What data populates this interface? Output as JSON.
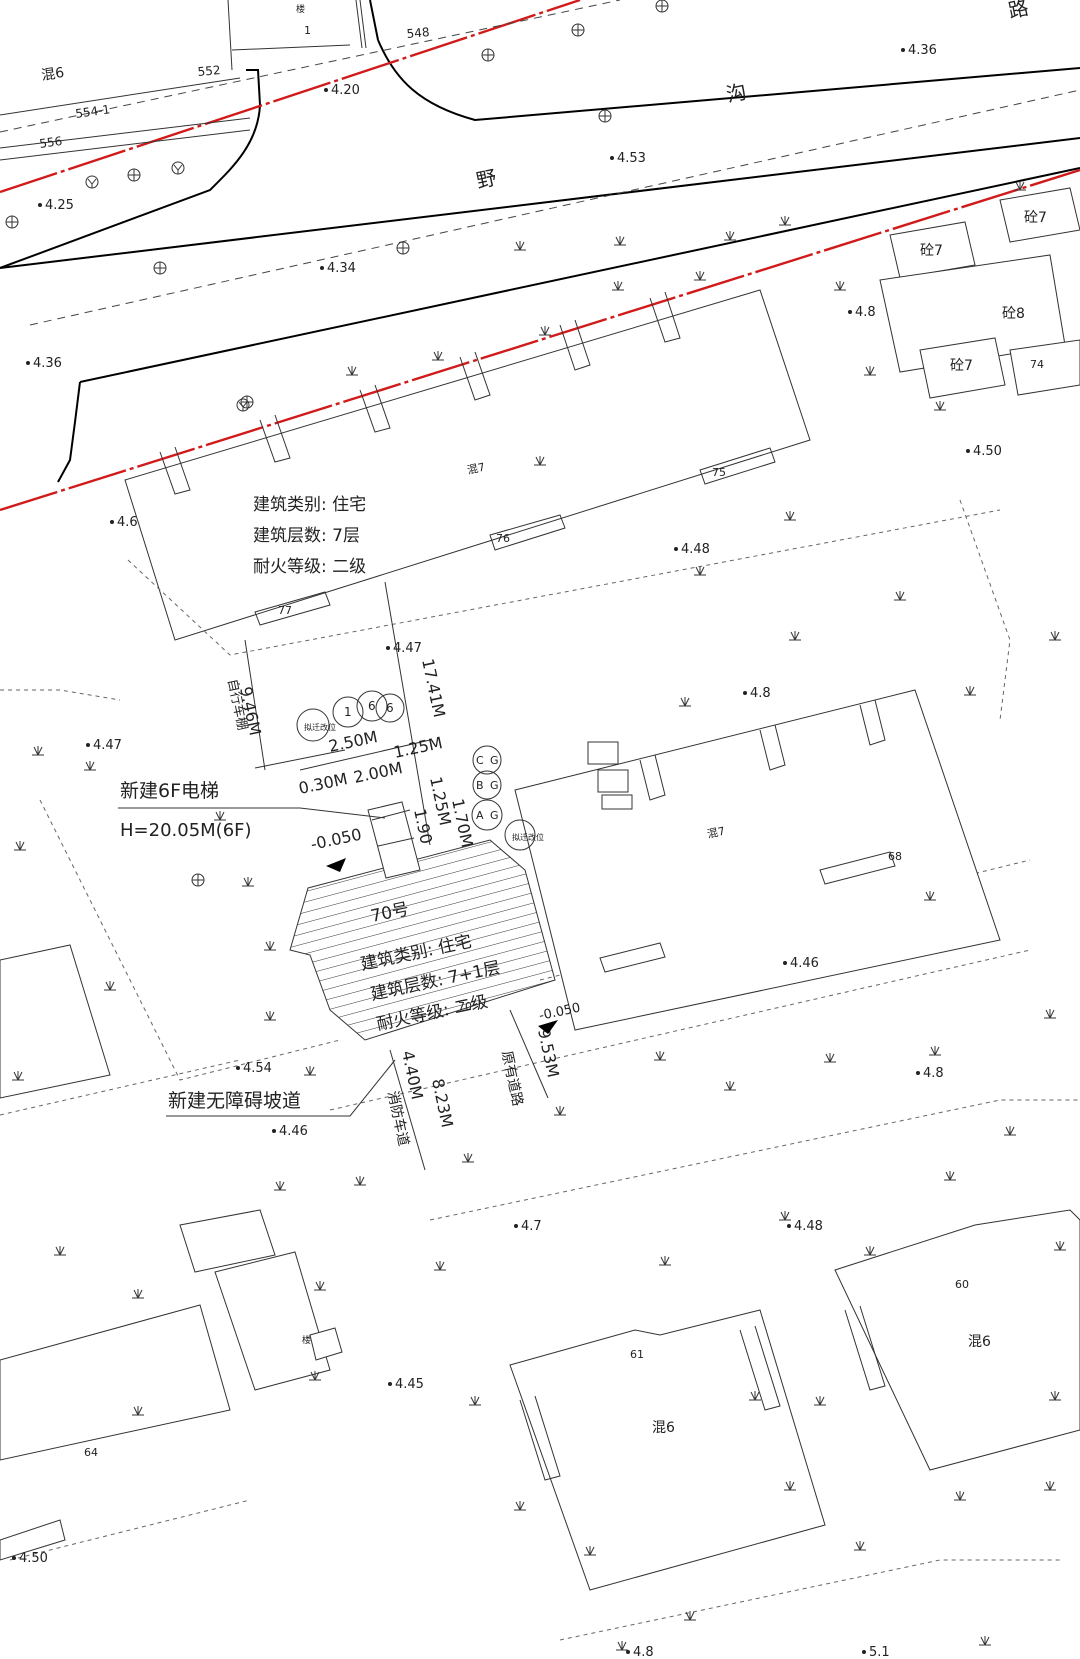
{
  "map": {
    "annotations": {
      "north_bldg_category": "建筑类别: 住宅",
      "north_bldg_floors": "建筑层数: 7层",
      "north_bldg_fire": "耐火等级: 二级",
      "elevator_title": "新建6F电梯",
      "elevator_height": "H=20.05M(6F)",
      "bldg_70_name": "70号",
      "bldg_70_category": "建筑类别: 住宅",
      "bldg_70_floors": "建筑层数: 7+1层",
      "bldg_70_fire": "耐火等级: 二级",
      "ramp_label": "新建无障碍坡道",
      "fire_lane": "消防车道",
      "existing_road": "原有道路",
      "parking_shed": "自行车棚",
      "relocated_1": "拟迁改位",
      "relocated_2": "拟迁改位"
    },
    "dimensions": {
      "d_1741": "17.41M",
      "d_946": "9.46M",
      "d_250": "2.50M",
      "d_030": "0.30M",
      "d_200": "2.00M",
      "d_125": "1.25M",
      "d_925": "1.25M",
      "d_100": "1.90",
      "d_400a": "4.40M",
      "d_823": "8.23M",
      "d_953": "9.53M",
      "d_170": "1.70M",
      "d_neg1": "-0.050",
      "d_neg2": "-0.050"
    },
    "street": {
      "char_1": "野",
      "char_2": "沟",
      "char_3": "路"
    },
    "building_labels": {
      "mix7_a": "混7",
      "mix7_b": "混7",
      "mix6_a": "混6",
      "mix6_b": "混6",
      "mix6_c": "混6",
      "con7_a": "砼7",
      "con7_b": "砼7",
      "con8": "砼8",
      "con7_c": "砼7",
      "lou1": "楼",
      "lou2": "楼",
      "one": "1"
    },
    "parcel_numbers": {
      "n548": "548",
      "n552": "552",
      "n554": "554-1",
      "n556": "556",
      "n75": "75",
      "n76": "76",
      "n77": "77",
      "n74": "74",
      "n68": "68",
      "n70": "70",
      "n61": "61",
      "n60": "60",
      "n64": "64"
    },
    "tree_codes": {
      "t1": "1",
      "t2": "6",
      "t3": "6",
      "t4": "C",
      "t5": "G",
      "t6": "B",
      "t7": "G",
      "t8": "A",
      "t9": "G"
    },
    "elevations": {
      "e1": "4.36",
      "e2": "4.20",
      "e3": "4.25",
      "e4": "4.53",
      "e5": "4.34",
      "e6": "4.36",
      "e7": "4.8",
      "e8": "4.50",
      "e9": "4.6",
      "e10": "4.48",
      "e11": "4.47",
      "e12": "4.8",
      "e13": "4.47",
      "e14": "4.46",
      "e15": "4.54",
      "e16": "4.46",
      "e17": "4.8",
      "e18": "4.7",
      "e19": "4.48",
      "e20": "4.45",
      "e21": "4.50",
      "e22": "4.8",
      "e23": "5.1"
    }
  }
}
